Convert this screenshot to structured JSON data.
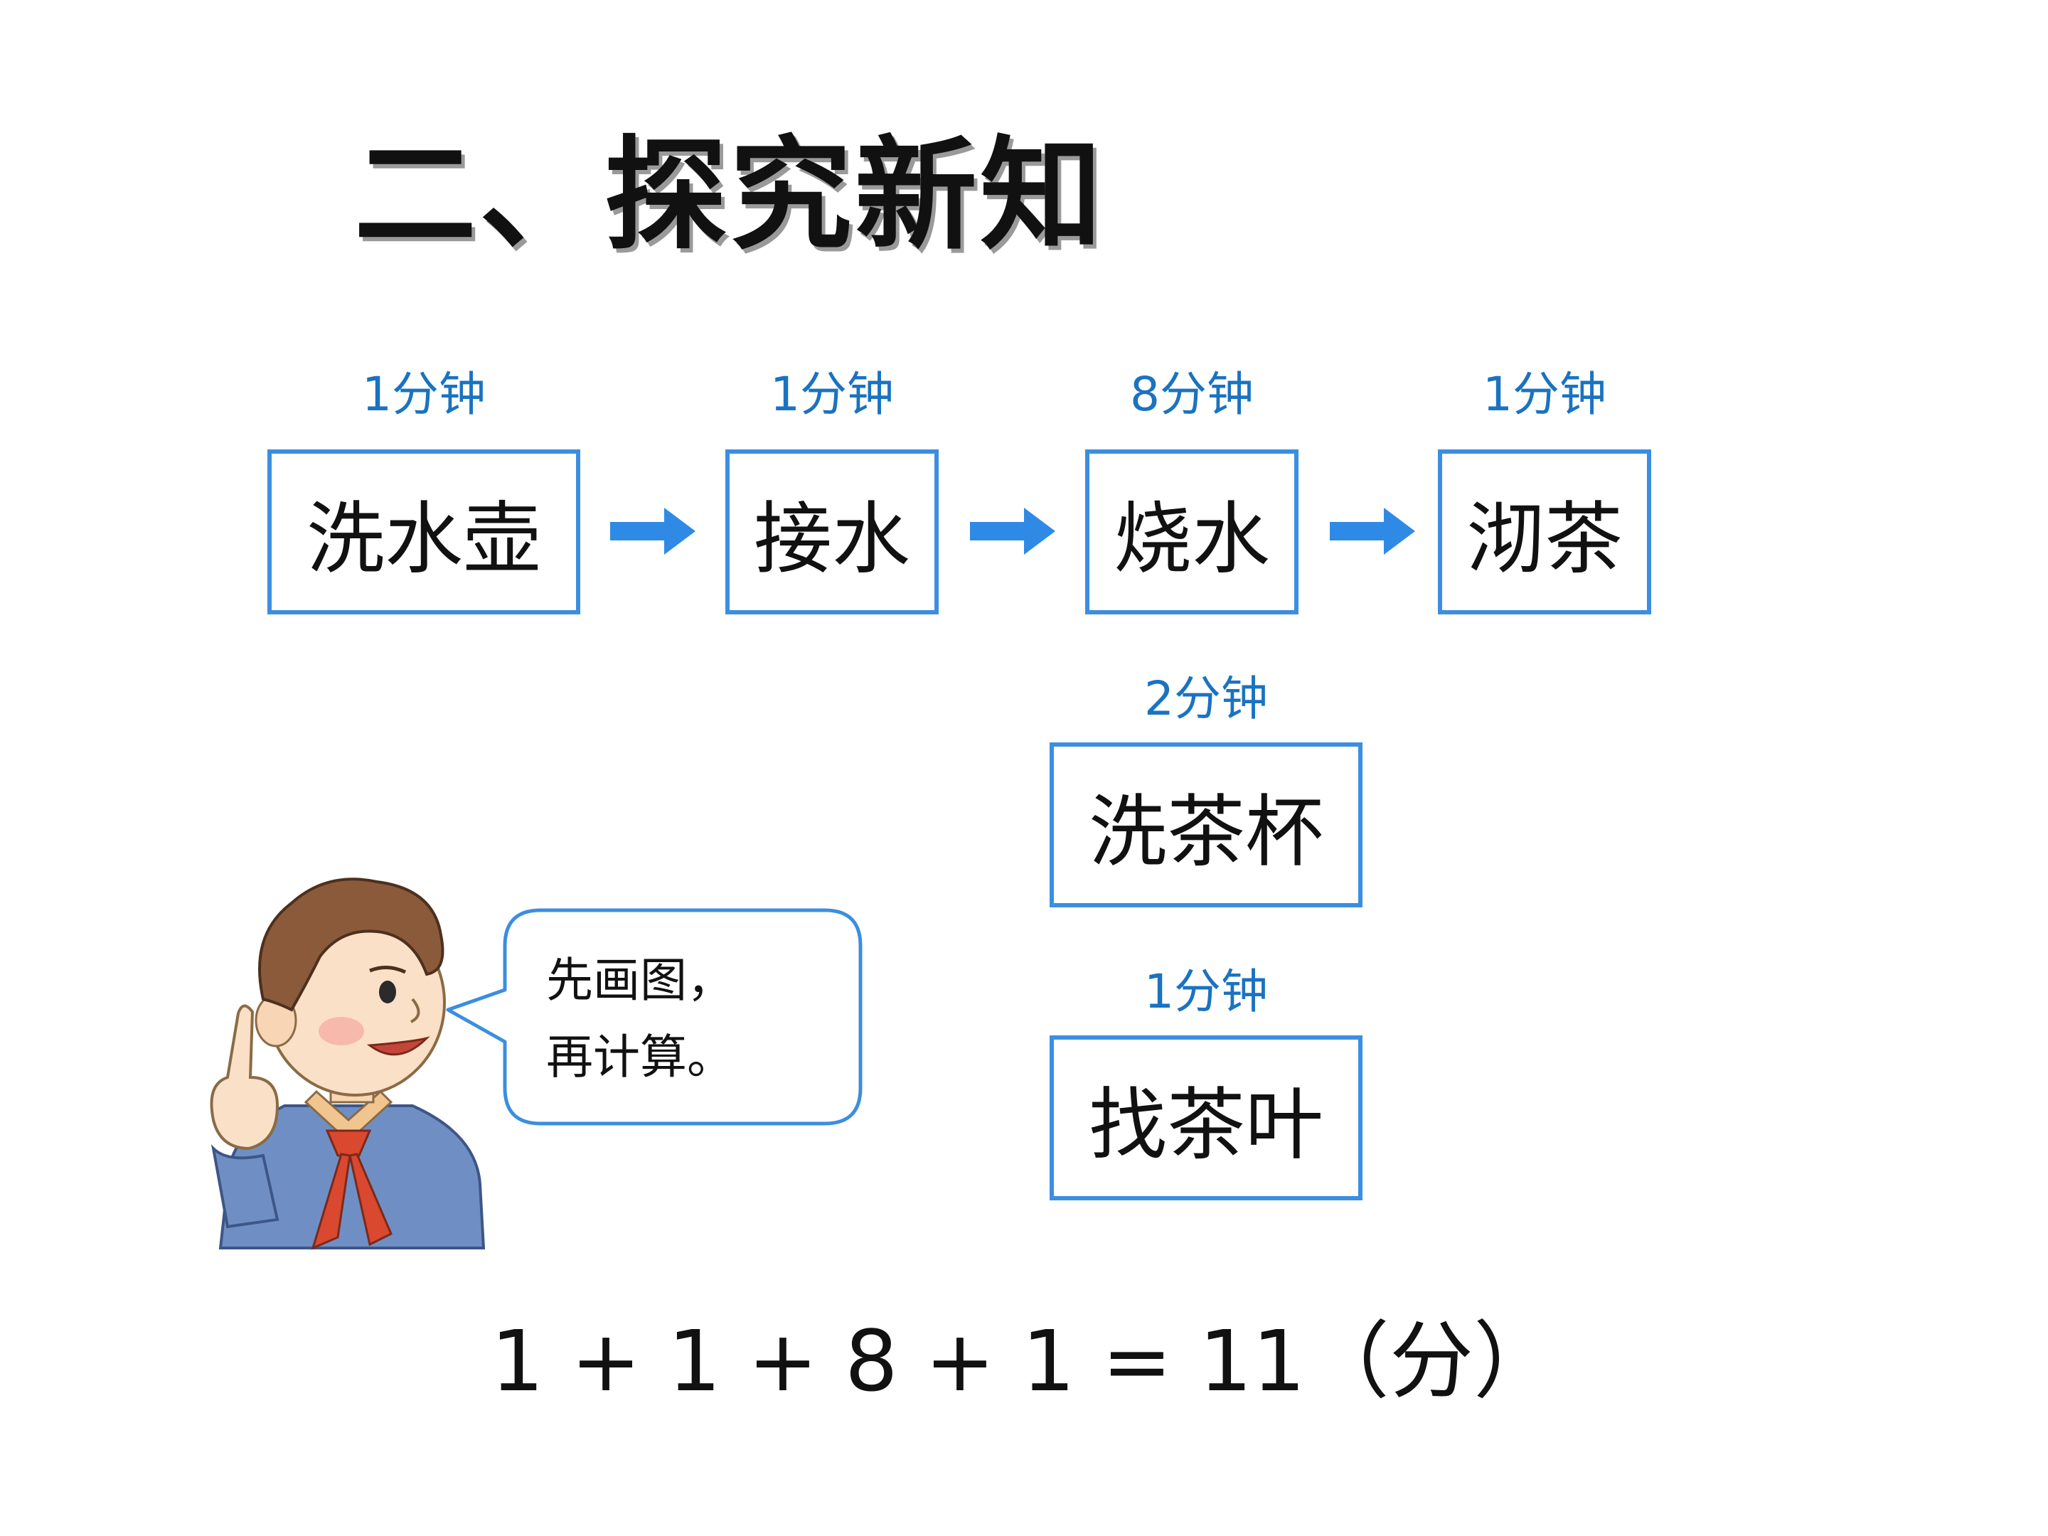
{
  "title": "二、探究新知",
  "flow": {
    "steps": [
      {
        "label": "洗水壶",
        "duration": "1分钟"
      },
      {
        "label": "接水",
        "duration": "1分钟"
      },
      {
        "label": "烧水",
        "duration": "8分钟"
      },
      {
        "label": "沏茶",
        "duration": "1分钟"
      }
    ],
    "side_steps": [
      {
        "label": "洗茶杯",
        "duration": "2分钟"
      },
      {
        "label": "找茶叶",
        "duration": "1分钟"
      }
    ],
    "arrow_color": "#2f8ae6",
    "box_border_color": "#3b8ee0",
    "duration_color": "#1a73c0"
  },
  "speech_bubble": {
    "line1": "先画图，",
    "line2": "再计算。"
  },
  "character": {
    "icon": "boy-pointing-icon"
  },
  "equation": "1 + 1 + 8 + 1 = 11（分）"
}
